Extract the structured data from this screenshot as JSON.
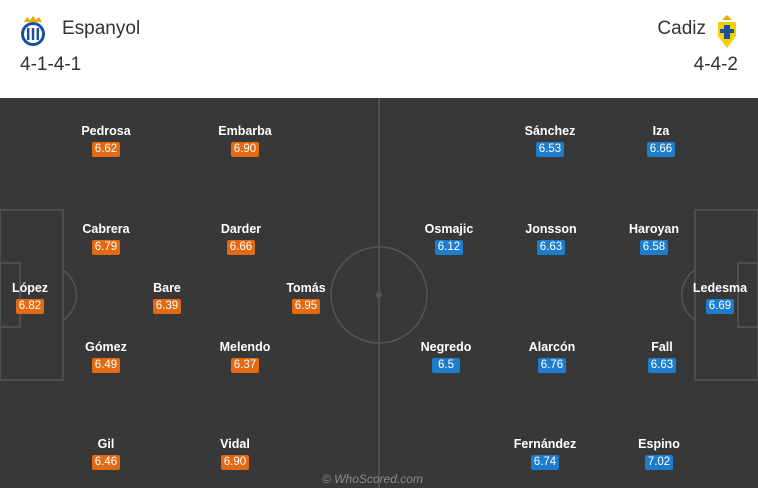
{
  "home": {
    "name": "Espanyol",
    "formation": "4-1-4-1",
    "crest": "espanyol-crest-icon",
    "rating_color": "#e26a13",
    "players": [
      {
        "name": "López",
        "rating": "6.82"
      },
      {
        "name": "Pedrosa",
        "rating": "6.62"
      },
      {
        "name": "Cabrera",
        "rating": "6.79"
      },
      {
        "name": "Gómez",
        "rating": "6.49"
      },
      {
        "name": "Gil",
        "rating": "6.46"
      },
      {
        "name": "Bare",
        "rating": "6.39"
      },
      {
        "name": "Embarba",
        "rating": "6.90"
      },
      {
        "name": "Darder",
        "rating": "6.66"
      },
      {
        "name": "Melendo",
        "rating": "6.37"
      },
      {
        "name": "Vidal",
        "rating": "6.90"
      },
      {
        "name": "Tomás",
        "rating": "6.95"
      }
    ]
  },
  "away": {
    "name": "Cadiz",
    "formation": "4-4-2",
    "crest": "cadiz-crest-icon",
    "rating_color": "#1e7ccc",
    "players": [
      {
        "name": "Osmajic",
        "rating": "6.12"
      },
      {
        "name": "Negredo",
        "rating": "6.5"
      },
      {
        "name": "Sánchez",
        "rating": "6.53"
      },
      {
        "name": "Jonsson",
        "rating": "6.63"
      },
      {
        "name": "Alarcón",
        "rating": "6.76"
      },
      {
        "name": "Fernández",
        "rating": "6.74"
      },
      {
        "name": "Iza",
        "rating": "6.66"
      },
      {
        "name": "Haroyan",
        "rating": "6.58"
      },
      {
        "name": "Fall",
        "rating": "6.63"
      },
      {
        "name": "Espino",
        "rating": "7.02"
      },
      {
        "name": "Ledesma",
        "rating": "6.69"
      }
    ]
  },
  "pitch_color": "#383838",
  "watermark": "© WhoScored.com"
}
